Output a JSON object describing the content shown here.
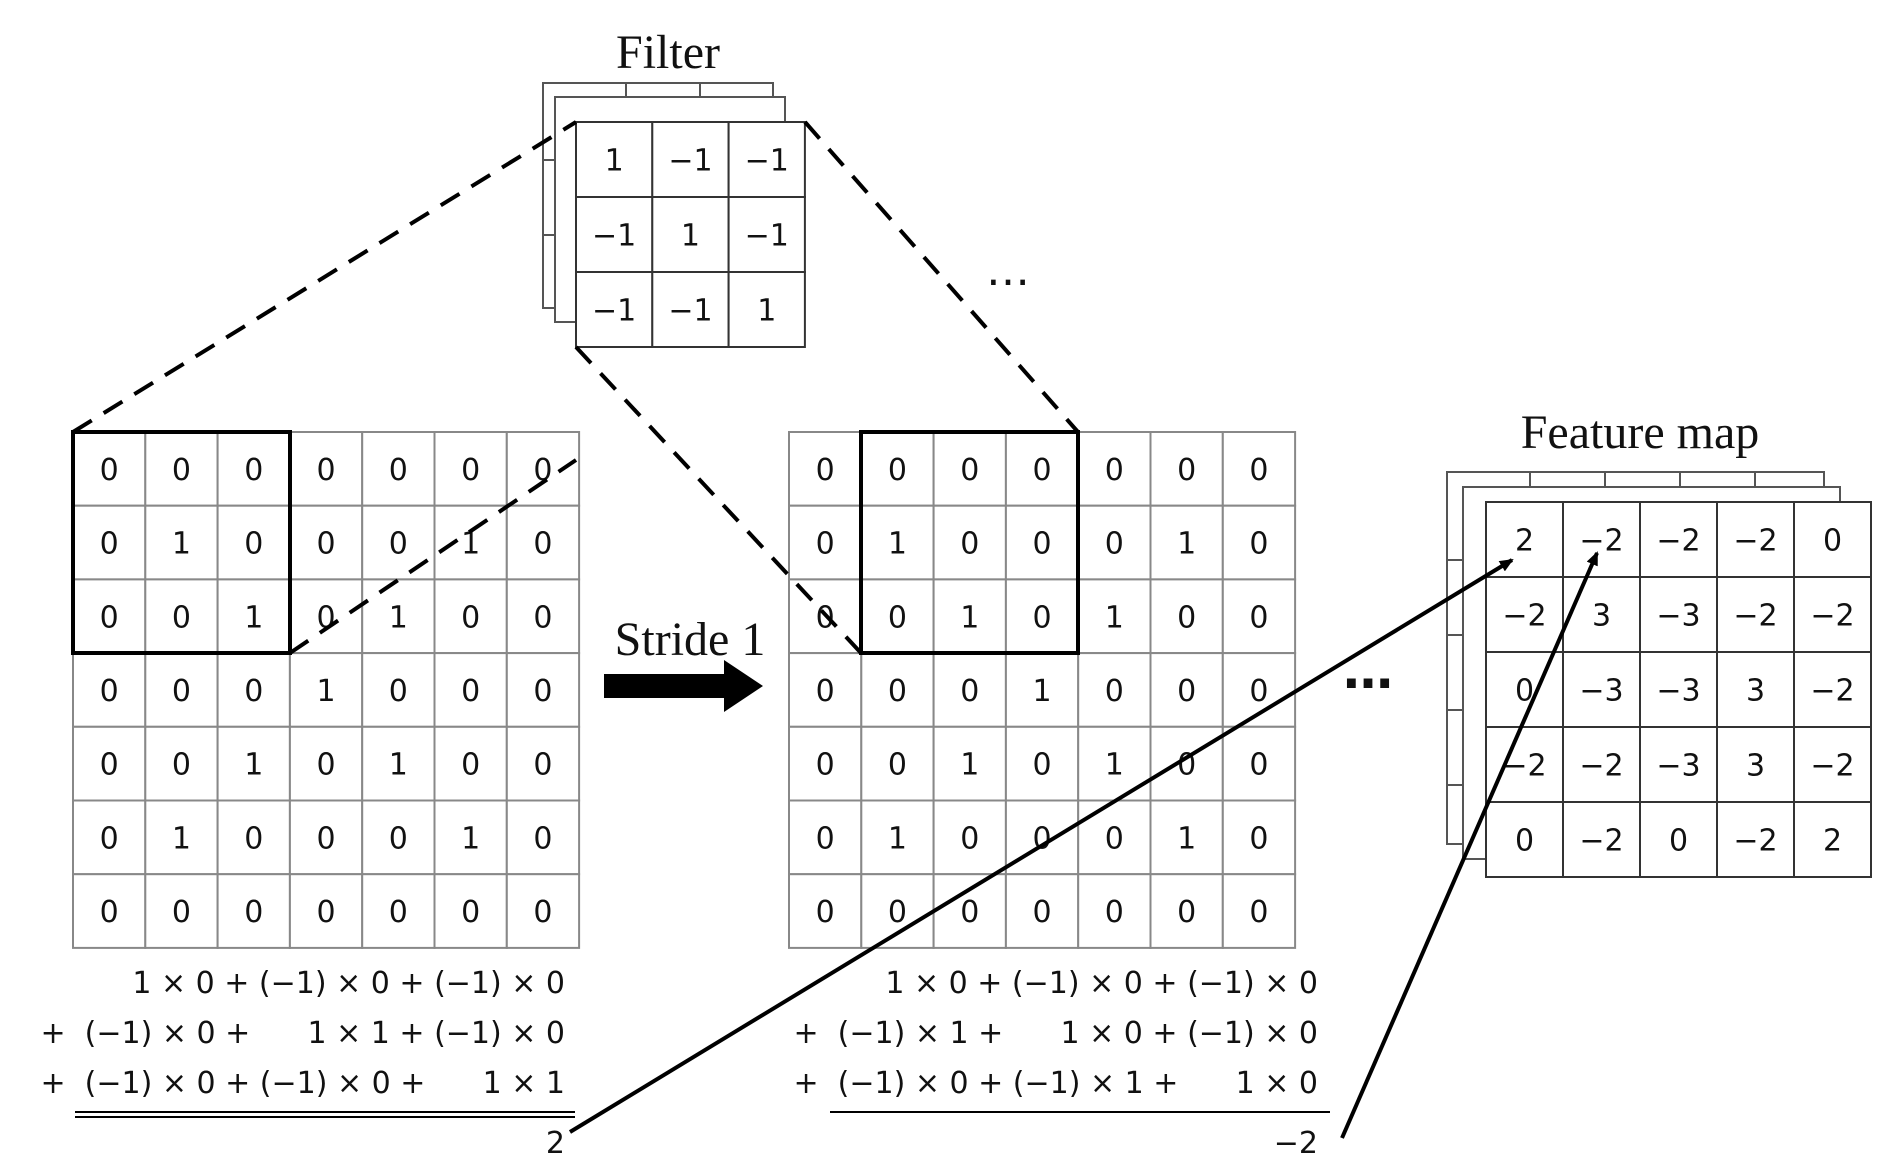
{
  "filter": {
    "title": "Filter",
    "values": [
      [
        "1",
        "−1",
        "−1"
      ],
      [
        "−1",
        "1",
        "−1"
      ],
      [
        "−1",
        "−1",
        "1"
      ]
    ]
  },
  "input_left": {
    "values": [
      [
        "0",
        "0",
        "0",
        "0",
        "0",
        "0",
        "0"
      ],
      [
        "0",
        "1",
        "0",
        "0",
        "0",
        "1",
        "0"
      ],
      [
        "0",
        "0",
        "1",
        "0",
        "1",
        "0",
        "0"
      ],
      [
        "0",
        "0",
        "0",
        "1",
        "0",
        "0",
        "0"
      ],
      [
        "0",
        "0",
        "1",
        "0",
        "1",
        "0",
        "0"
      ],
      [
        "0",
        "1",
        "0",
        "0",
        "0",
        "1",
        "0"
      ],
      [
        "0",
        "0",
        "0",
        "0",
        "0",
        "0",
        "0"
      ]
    ],
    "calc_lines": [
      "1 × 0 + (−1) × 0 + (−1) × 0",
      "+  (−1) × 0 +      1 × 1 + (−1) × 0",
      "+  (−1) × 0 + (−1) × 0 +      1 × 1"
    ],
    "result": "2"
  },
  "input_right": {
    "values": [
      [
        "0",
        "0",
        "0",
        "0",
        "0",
        "0",
        "0"
      ],
      [
        "0",
        "1",
        "0",
        "0",
        "0",
        "1",
        "0"
      ],
      [
        "0",
        "0",
        "1",
        "0",
        "1",
        "0",
        "0"
      ],
      [
        "0",
        "0",
        "0",
        "1",
        "0",
        "0",
        "0"
      ],
      [
        "0",
        "0",
        "1",
        "0",
        "1",
        "0",
        "0"
      ],
      [
        "0",
        "1",
        "0",
        "0",
        "0",
        "1",
        "0"
      ],
      [
        "0",
        "0",
        "0",
        "0",
        "0",
        "0",
        "0"
      ]
    ],
    "calc_lines": [
      "1 × 0 + (−1) × 0 + (−1) × 0",
      "+  (−1) × 1 +      1 × 0 + (−1) × 0",
      "+  (−1) × 0 + (−1) × 1 +      1 × 0"
    ],
    "result": "−2"
  },
  "stride_label": "Stride 1",
  "ellipsis": "…",
  "feature_map": {
    "title": "Feature map",
    "values": [
      [
        "2",
        "−2",
        "−2",
        "−2",
        "0"
      ],
      [
        "−2",
        "3",
        "−3",
        "−2",
        "−2"
      ],
      [
        "0",
        "−3",
        "−3",
        "3",
        "−2"
      ],
      [
        "−2",
        "−2",
        "−3",
        "3",
        "−2"
      ],
      [
        "0",
        "−2",
        "0",
        "−2",
        "2"
      ]
    ]
  }
}
